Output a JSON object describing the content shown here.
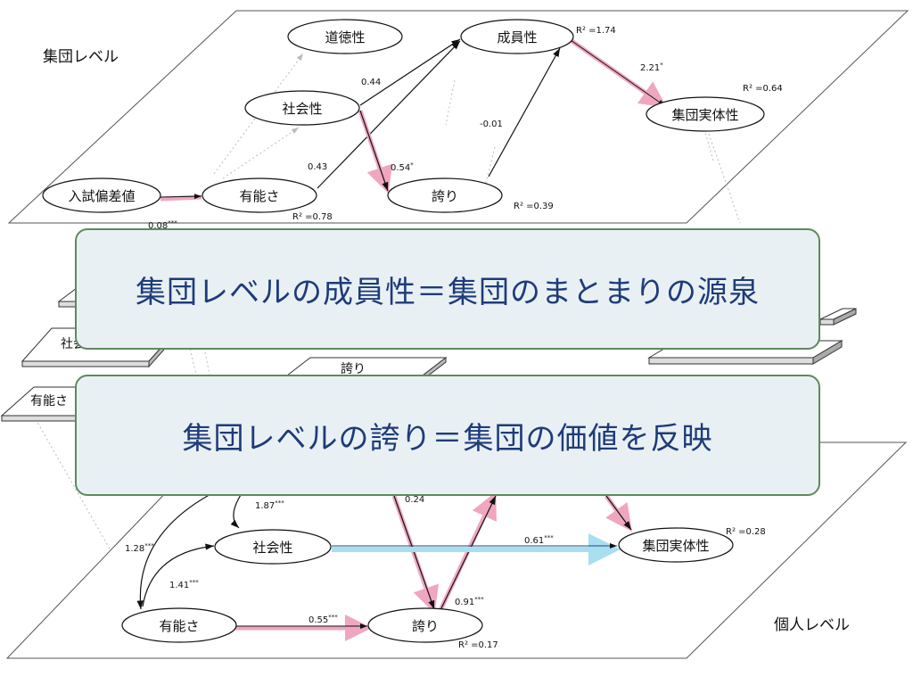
{
  "levels": {
    "group": "集団レベル",
    "individual": "個人レベル"
  },
  "group_nodes": {
    "morality": "道徳性",
    "membership": "成員性",
    "sociality": "社会性",
    "competence": "有能さ",
    "exam_score": "入試偏差値",
    "pride": "誇り",
    "entitativity": "集団実体性"
  },
  "group_coefs": {
    "sociality_membership": "0.44",
    "competence_membership": "0.43",
    "pride_membership": "-0.01",
    "sociality_pride": "0.54",
    "sociality_pride_sig": "*",
    "membership_entitativity": "2.21",
    "membership_entitativity_sig": "*",
    "exam_competence": "0.08",
    "exam_competence_sig": "***"
  },
  "group_r2": {
    "membership": "R² =1.74",
    "entitativity": "R² =0.64",
    "competence": "R² =0.78",
    "pride": "R² =0.39"
  },
  "middle_cards": {
    "sociality": "社会性",
    "pride": "誇り",
    "competence": "有能さ"
  },
  "individual_nodes": {
    "sociality": "社会性",
    "entitativity": "集団実体性",
    "competence": "有能さ",
    "pride": "誇り"
  },
  "individual_coefs": {
    "c1": "1.87",
    "c1_sig": "***",
    "c2": "1.28",
    "c2_sig": "***",
    "c3": "1.41",
    "c3_sig": "***",
    "sociality_entitativity": "0.61",
    "sociality_entitativity_sig": "***",
    "competence_pride": "0.55",
    "competence_pride_sig": "***",
    "pride_up": "0.91",
    "pride_up_sig": "***",
    "down_to_pride": "0.24"
  },
  "individual_r2": {
    "entitativity": "R² =0.28",
    "pride": "R² =0.17"
  },
  "callouts": {
    "first": "集団レベルの成員性＝集団のまとまりの源泉",
    "second": "集団レベルの誇り＝集団の価値を反映"
  }
}
